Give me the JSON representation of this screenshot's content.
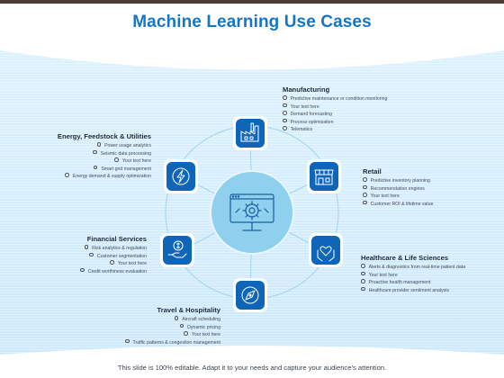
{
  "title": "Machine Learning Use Cases",
  "colors": {
    "accent": "#1676c4",
    "node": "#0f66b8",
    "ring": "#9fd2ee",
    "center": "#8fd0ef",
    "background": "#d8efff"
  },
  "hub": {
    "icon": "monitor-gear-icon"
  },
  "segments": [
    {
      "id": "manufacturing",
      "title": "Manufacturing",
      "icon": "factory-icon",
      "items": [
        "Predictive maintenance or condition monitoring",
        "Your text here",
        "Demand forecasting",
        "Process optimization",
        "Telematics"
      ]
    },
    {
      "id": "retail",
      "title": "Retail",
      "icon": "store-icon",
      "items": [
        "Predictive inventory planning",
        "Recommendation engines",
        "Your text here",
        "Customer ROI & lifetime value"
      ]
    },
    {
      "id": "healthcare",
      "title": "Healthcare & Life Sciences",
      "icon": "hands-heart-icon",
      "items": [
        "Alerts & diagnostics from real-time patient data",
        "Your text here",
        "Proactive health management",
        "Healthcare provider sentiment analysis"
      ]
    },
    {
      "id": "travel",
      "title": "Travel & Hospitality",
      "icon": "compass-icon",
      "items": [
        "Aircraft scheduling",
        "Dynamic pricing",
        "Your text here",
        "Traffic patterns & congestion management"
      ]
    },
    {
      "id": "financial",
      "title": "Financial Services",
      "icon": "hand-coin-icon",
      "items": [
        "Risk analytics & regulation",
        "Customer segmentation",
        "Your text here",
        "Credit worthiness evaluation"
      ]
    },
    {
      "id": "energy",
      "title": "Energy, Feedstock & Utilities",
      "icon": "lightning-icon",
      "items": [
        "Power usage analytics",
        "Seismic data processing",
        "Your text here",
        "Smart grid management",
        "Energy demand & supply optimization"
      ]
    }
  ],
  "footer": "This slide is 100% editable. Adapt it to your needs and capture your audience’s attention."
}
